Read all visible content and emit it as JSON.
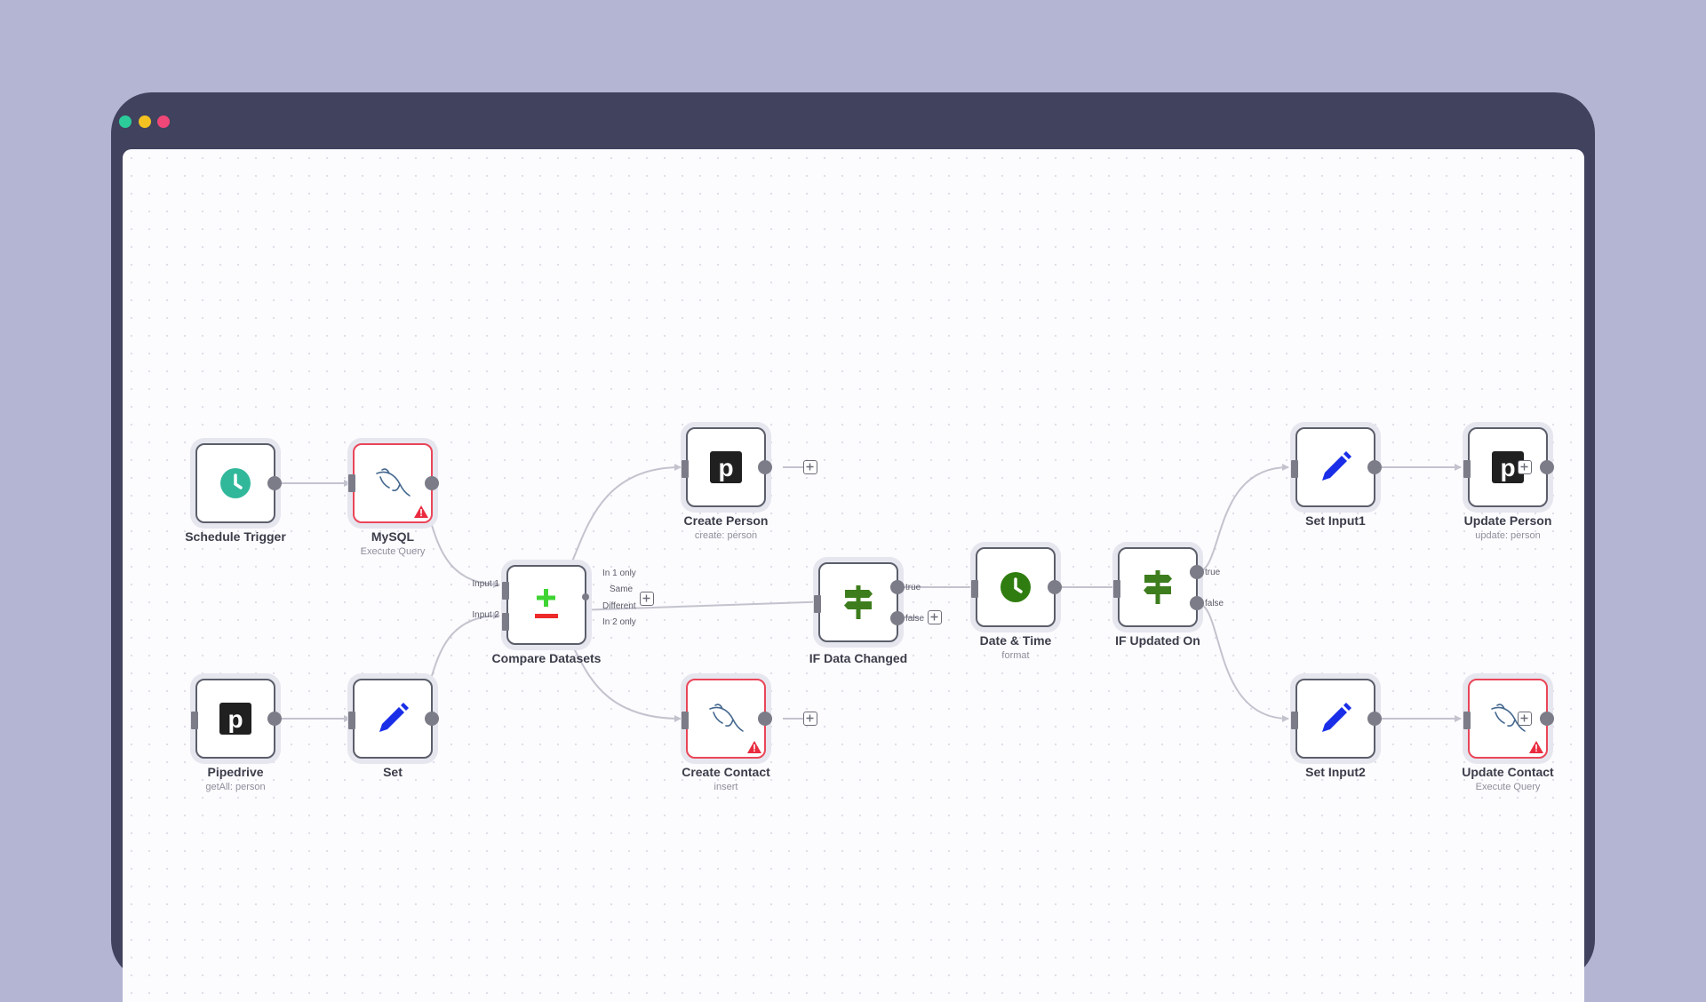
{
  "window": {
    "controls": [
      {
        "name": "green",
        "color": "#2ccb9a"
      },
      {
        "name": "yellow",
        "color": "#f3c221"
      },
      {
        "name": "red",
        "color": "#ef4778"
      }
    ]
  },
  "nodes": {
    "schedule_trigger": {
      "title": "Schedule Trigger",
      "icon": "clock-icon"
    },
    "mysql": {
      "title": "MySQL",
      "subtitle": "Execute Query",
      "icon": "mysql-dolphin-icon",
      "status": "error"
    },
    "pipedrive": {
      "title": "Pipedrive",
      "subtitle": "getAll: person",
      "icon": "pipedrive-icon"
    },
    "set": {
      "title": "Set",
      "icon": "pencil-icon"
    },
    "compare_datasets": {
      "title": "Compare Datasets",
      "icon": "compare-icon",
      "inputs": [
        "Input 1",
        "Input 2"
      ],
      "outputs": [
        "In 1 only",
        "Same",
        "Different",
        "In 2 only"
      ]
    },
    "create_person": {
      "title": "Create Person",
      "subtitle": "create: person",
      "icon": "pipedrive-icon"
    },
    "create_contact": {
      "title": "Create Contact",
      "subtitle": "insert",
      "icon": "mysql-dolphin-icon",
      "status": "error"
    },
    "if_data_changed": {
      "title": "IF Data Changed",
      "icon": "signpost-icon",
      "outputs": [
        "true",
        "false"
      ]
    },
    "date_time": {
      "title": "Date & Time",
      "subtitle": "format",
      "icon": "clock-icon"
    },
    "if_updated_on": {
      "title": "IF Updated On",
      "icon": "signpost-icon",
      "outputs": [
        "true",
        "false"
      ]
    },
    "set_input1": {
      "title": "Set Input1",
      "icon": "pencil-icon"
    },
    "set_input2": {
      "title": "Set Input2",
      "icon": "pencil-icon"
    },
    "update_person": {
      "title": "Update Person",
      "subtitle": "update: person",
      "icon": "pipedrive-icon"
    },
    "update_contact": {
      "title": "Update Contact",
      "subtitle": "Execute Query",
      "icon": "mysql-dolphin-icon",
      "status": "error"
    }
  },
  "colors": {
    "node_border": "#5b5e6a",
    "error_border": "#ea4558",
    "schedule_icon": "#31b89b",
    "pencil_icon": "#1a2ee8",
    "signpost_icon": "#3e7d1e",
    "date_time_icon": "#2f7d10",
    "compare_plus": "#3fd434",
    "compare_minus": "#ec2a2a",
    "connection": "#c3c3ce"
  }
}
